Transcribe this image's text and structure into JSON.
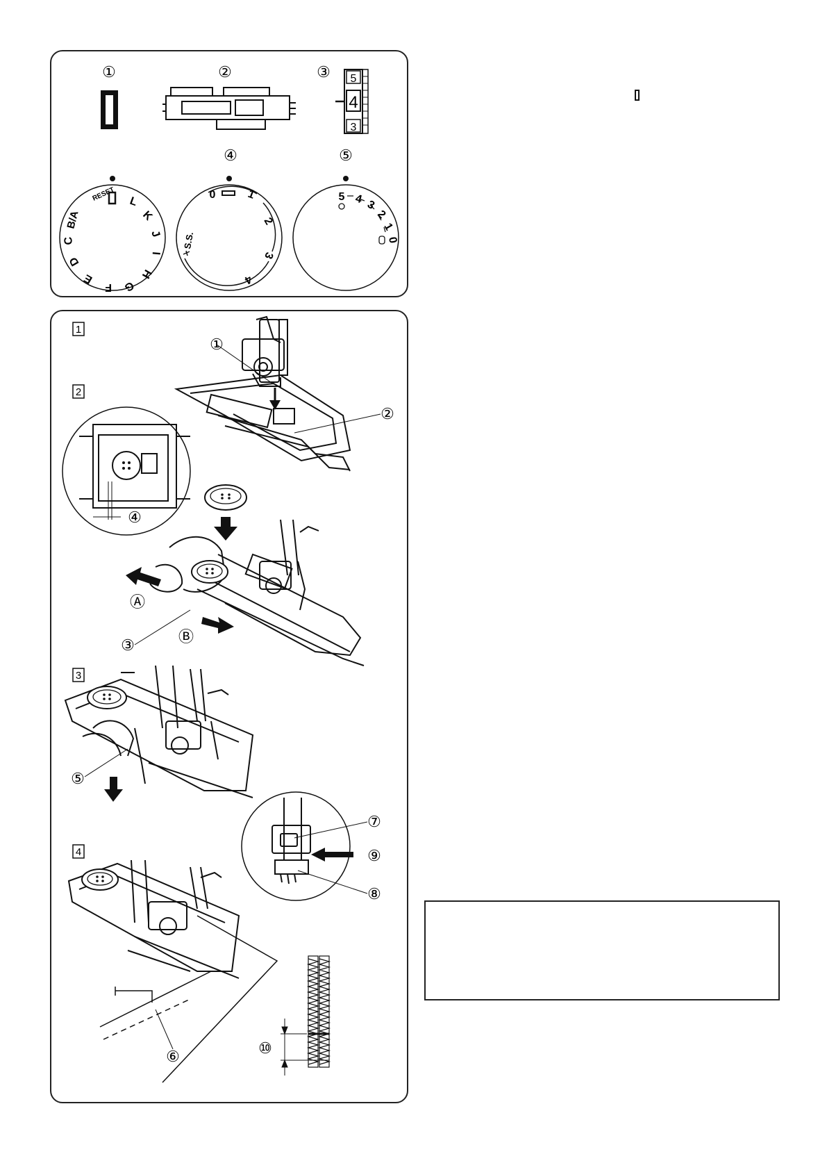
{
  "top_panel": {
    "callouts": [
      "①",
      "②",
      "③",
      "④",
      "⑤"
    ],
    "dial_pattern": {
      "reset_label": "RESET",
      "letters": [
        "L",
        "K",
        "J",
        "I",
        "H",
        "G",
        "F",
        "E",
        "D",
        "C",
        "B/A"
      ]
    },
    "dial_width": {
      "labels": [
        "0",
        "1",
        "2",
        "3",
        "4"
      ],
      "ss_label": "S.S."
    },
    "dial_tension": {
      "labels": [
        "5",
        "4",
        "3",
        "2",
        "1",
        "0"
      ]
    },
    "scale": {
      "numbers": [
        "5",
        "4",
        "3"
      ]
    }
  },
  "main_panel": {
    "steps": [
      "1",
      "2",
      "3",
      "4"
    ],
    "callouts": {
      "c1": "①",
      "c2": "②",
      "c3": "③",
      "c4": "④",
      "c5": "⑤",
      "c6": "⑥",
      "c7": "⑦",
      "c8": "⑧",
      "c9": "⑨",
      "c10": "⑩",
      "a": "Ⓐ",
      "b": "Ⓑ"
    }
  }
}
